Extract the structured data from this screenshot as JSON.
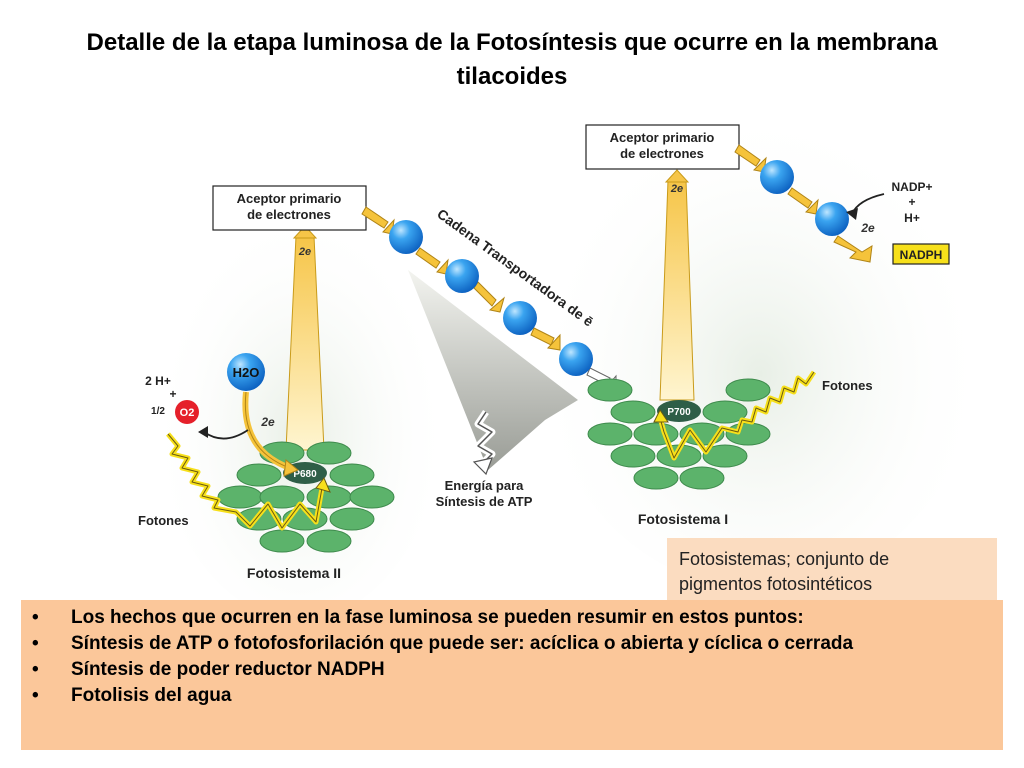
{
  "title": "Detalle de la etapa luminosa de la Fotosíntesis que ocurre en la membrana tilacoides",
  "diagram": {
    "acceptor_left": [
      "Aceptor primario",
      "de electrones"
    ],
    "acceptor_right": [
      "Aceptor primario",
      "de electrones"
    ],
    "two_e_label": "2e",
    "chain_label": "Cadena Transportadora de e",
    "water": "H2O",
    "protons": "2 H+",
    "plus": "+",
    "half": "1/2",
    "oxygen": "O2",
    "p680": "P680",
    "p700": "P700",
    "photons_left": "Fotones",
    "photons_right": "Fotones",
    "energy_label": [
      "Energía para",
      "Síntesis de ATP"
    ],
    "ps2_label": "Fotosistema II",
    "ps1_label": "Fotosistema I",
    "nadp": "NADP+",
    "h_plus": "H+",
    "nadph": "NADPH",
    "colors": {
      "carrier": "#1f8fe8",
      "arrow": "#f5c33b",
      "chlorophyll": "#5cb36b",
      "reaction_center": "#2e5e47",
      "oxygen": "#e5202a",
      "nadph_box": "#f7e01b"
    }
  },
  "note": {
    "line1": "Fotosistemas; conjunto de",
    "line2": "pigmentos fotosintéticos"
  },
  "summary": [
    "Los hechos que ocurren en la fase luminosa se pueden resumir en estos puntos:",
    "Síntesis de ATP o fotofosforilación que puede ser: acíclica o abierta y cíclica o cerrada",
    "Síntesis de poder reductor NADPH",
    "Fotolisis del agua"
  ]
}
